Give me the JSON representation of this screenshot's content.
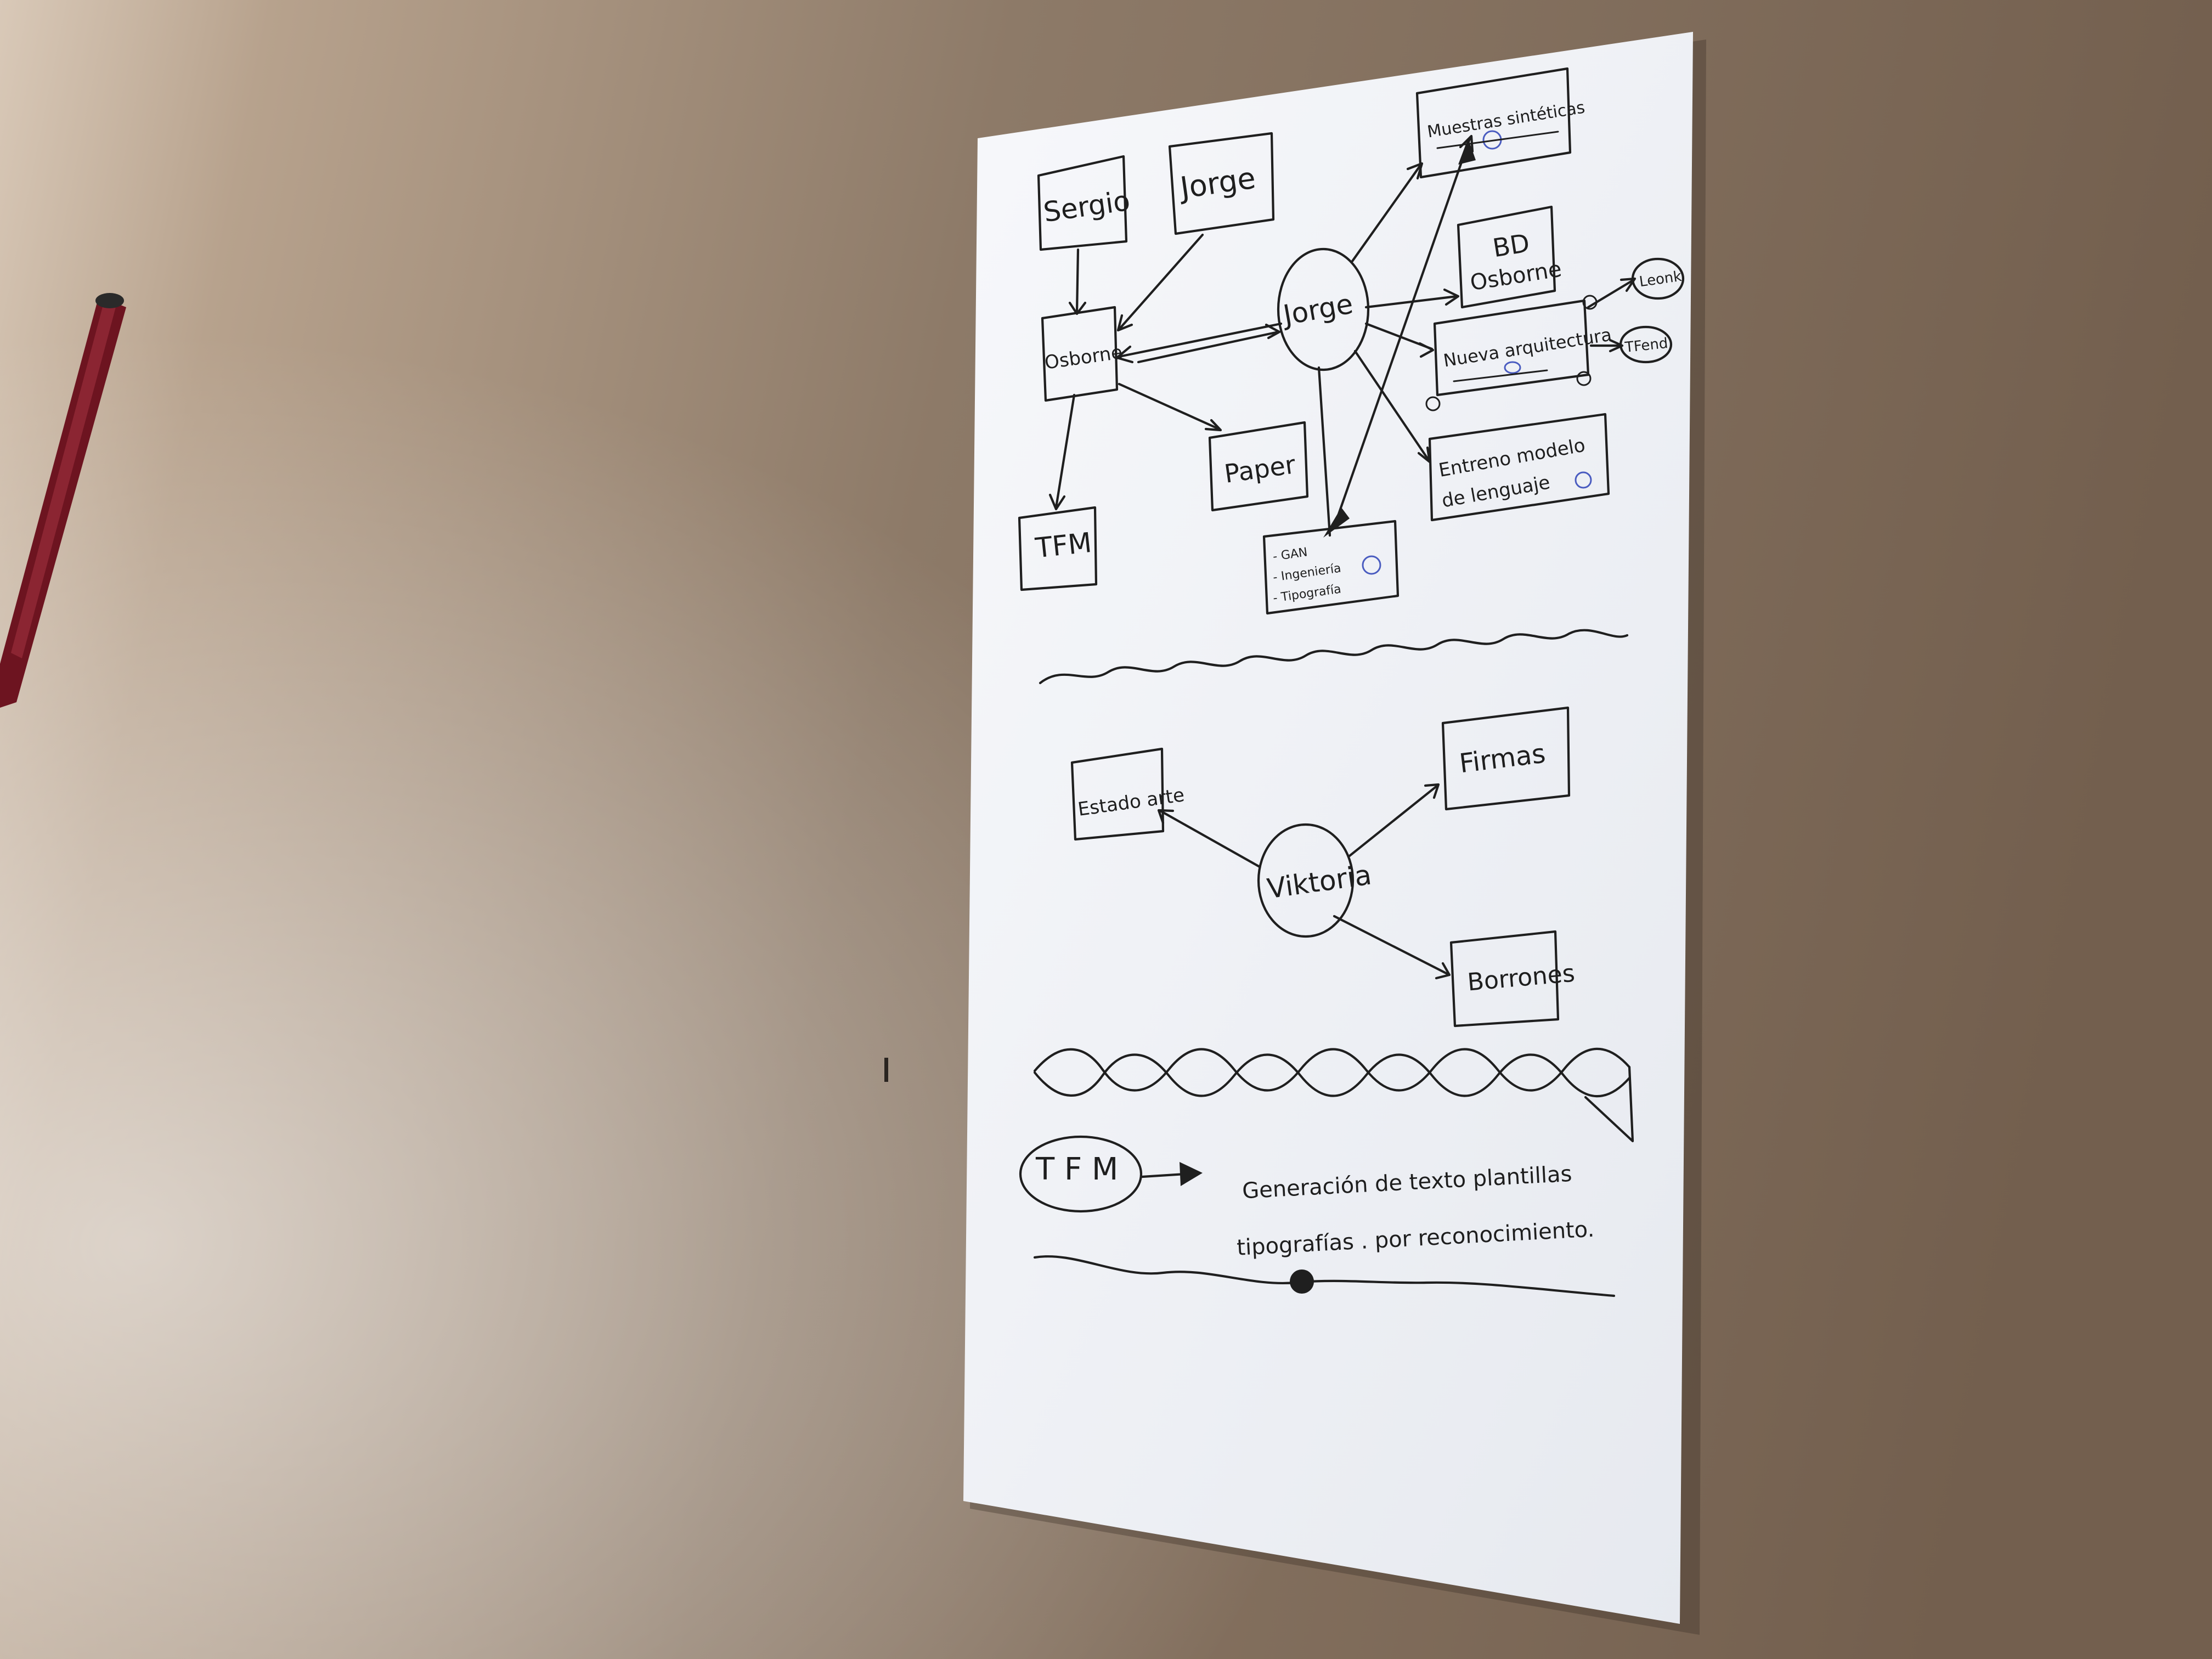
{
  "colors": {
    "wall_dark": "#6b5a4a",
    "wall_light": "#c9b8a5",
    "paper": "#f2f4f8",
    "ink": "#1f1f1f",
    "blue_ink": "#4a5cc0",
    "pen_body": "#7a1522"
  },
  "section1": {
    "sergio": "Sergio",
    "jorge_box": "Jorge",
    "osborne": "Osborne",
    "tfm": "TFM",
    "paper": "Paper",
    "jorge_hub": "Jorge",
    "muestras": "Muestras sintéticas",
    "bd": "BD",
    "bd_osborne": "Osborne",
    "nueva_arquitectura": "Nueva arquitectura",
    "leonk": "Leonk",
    "tfend": "TFend",
    "entreno_1": "Entreno modelo",
    "entreno_2": "de lenguaje",
    "list": [
      "- GAN",
      "- Ingeniería",
      "- Tipografía"
    ]
  },
  "section2": {
    "estado_arte": "Estado arte",
    "viktoria": "Viktoria",
    "firmas": "Firmas",
    "borrones": "Borrones"
  },
  "section3": {
    "tfm_oval": "T F M",
    "line1": "Generación de texto plantillas",
    "line2": "tipografías . por reconocimiento."
  }
}
